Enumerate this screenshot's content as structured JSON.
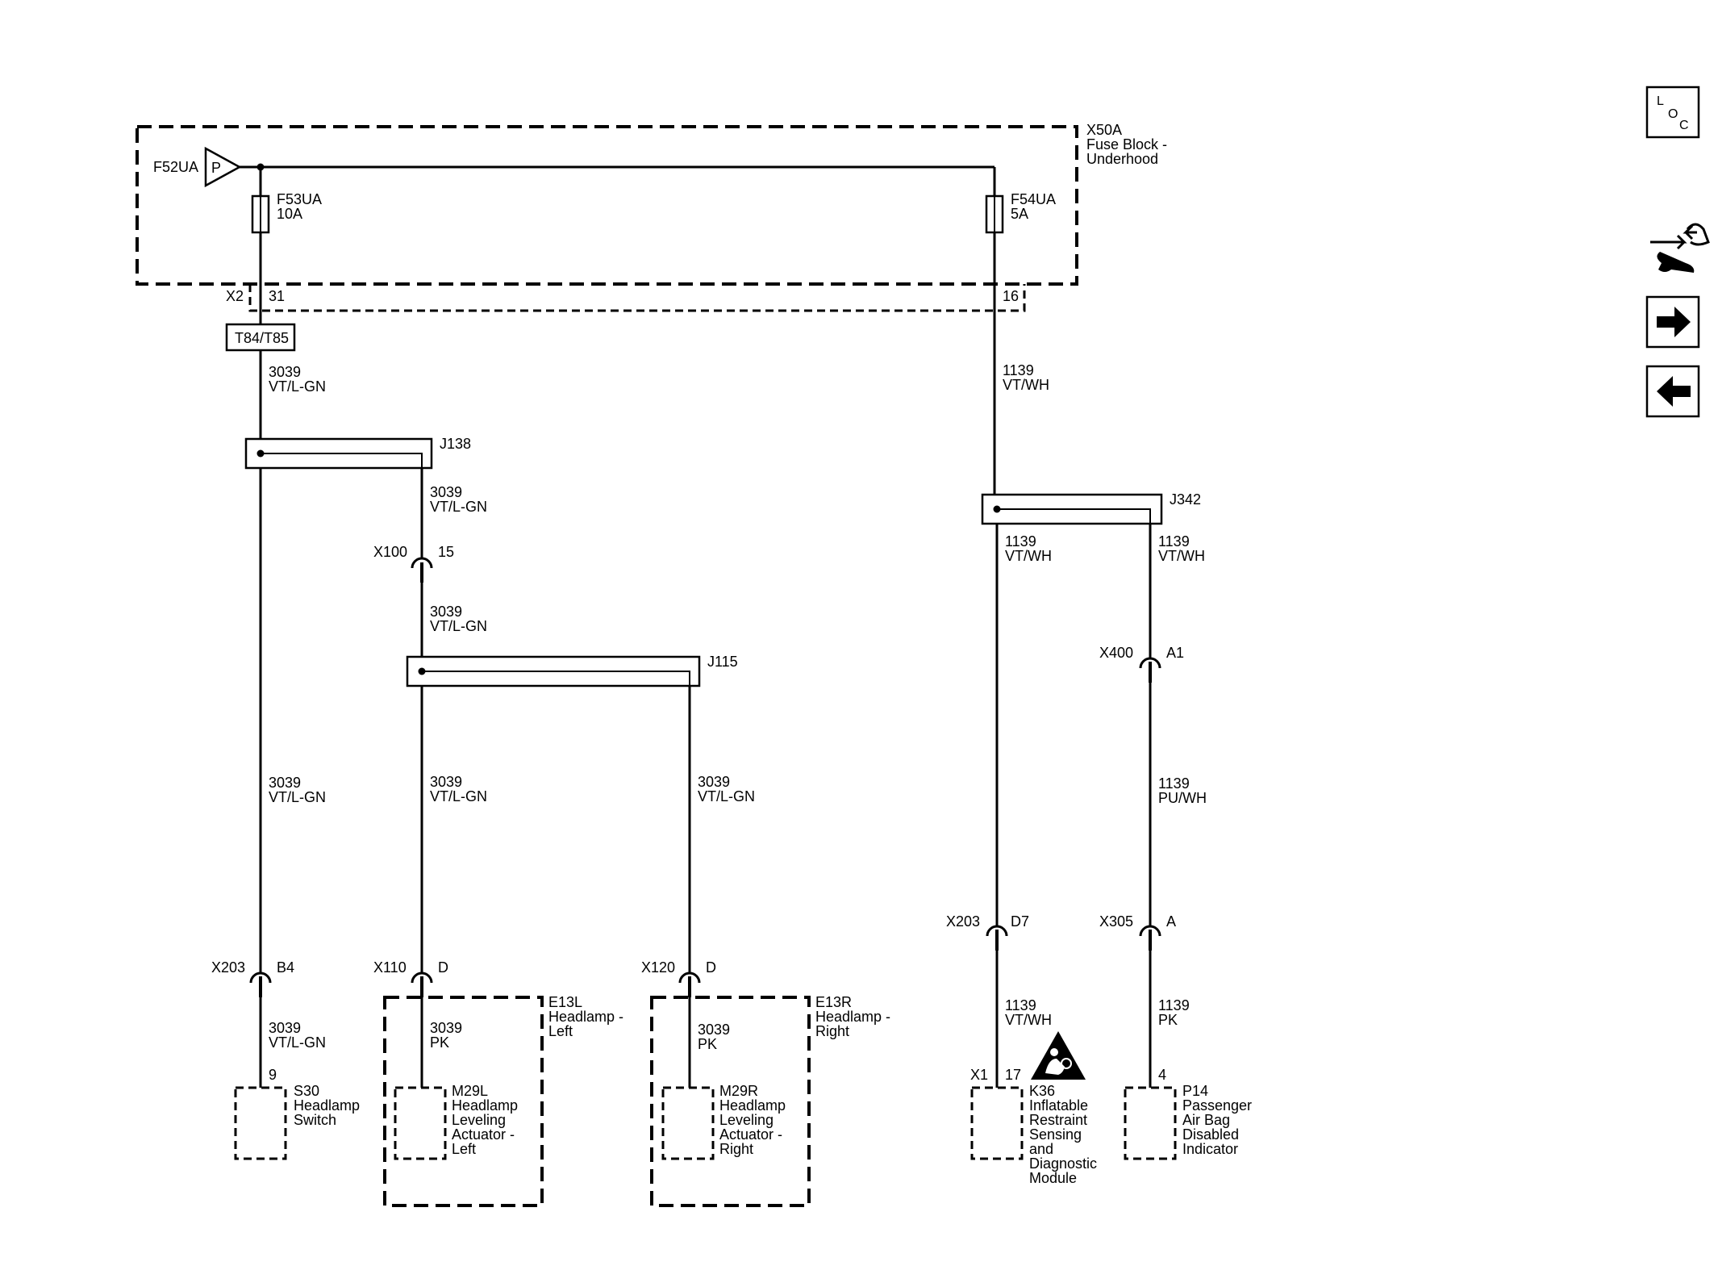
{
  "blocks": {
    "fuse_block_id": "X50A",
    "fuse_block_l1": "Fuse Block -",
    "fuse_block_l2": "Underhood",
    "e13l_id": "E13L",
    "e13l_l1": "Headlamp -",
    "e13l_l2": "Left",
    "e13r_id": "E13R",
    "e13r_l1": "Headlamp -",
    "e13r_l2": "Right"
  },
  "fuses": {
    "power": "F52UA",
    "power_symbol": "P",
    "f53_id": "F53UA",
    "f53_rating": "10A",
    "f54_id": "F54UA",
    "f54_rating": "5A"
  },
  "connectors": {
    "x2": "X2",
    "x2_pin_a": "31",
    "x2_pin_b": "16",
    "t84": "T84/T85",
    "x100": "X100",
    "x100_pin": "15",
    "x203a": "X203",
    "x203a_pin": "B4",
    "x110": "X110",
    "x110_pin": "D",
    "x120": "X120",
    "x120_pin": "D",
    "x400": "X400",
    "x400_pin": "A1",
    "x203b": "X203",
    "x203b_pin": "D7",
    "x305": "X305",
    "x305_pin": "A",
    "x1": "X1",
    "x1_pin": "17",
    "s30_pin": "9",
    "p14_pin": "4"
  },
  "splices": {
    "j138": "J138",
    "j115": "J115",
    "j342": "J342"
  },
  "wires": {
    "c3039": "3039",
    "vtlgn": "VT/L-GN",
    "pk": "PK",
    "c1139": "1139",
    "vtwh": "VT/WH",
    "puwh": "PU/WH"
  },
  "components": {
    "s30": [
      "S30",
      "Headlamp",
      "Switch"
    ],
    "m29l": [
      "M29L",
      "Headlamp",
      "Leveling",
      "Actuator -",
      "Left"
    ],
    "m29r": [
      "M29R",
      "Headlamp",
      "Leveling",
      "Actuator -",
      "Right"
    ],
    "k36": [
      "K36",
      "Inflatable",
      "Restraint",
      "Sensing",
      "and",
      "Diagnostic",
      "Module"
    ],
    "p14": [
      "P14",
      "Passenger",
      "Air Bag",
      "Disabled",
      "Indicator"
    ]
  },
  "nav": {
    "loc_l": "L",
    "loc_o": "O",
    "loc_c": "C"
  },
  "icons": {
    "loc": "loc-icon",
    "connector_view": "connector-wrench-icon",
    "next": "arrow-right-icon",
    "prev": "arrow-left-icon",
    "airbag": "airbag-warning-icon"
  }
}
